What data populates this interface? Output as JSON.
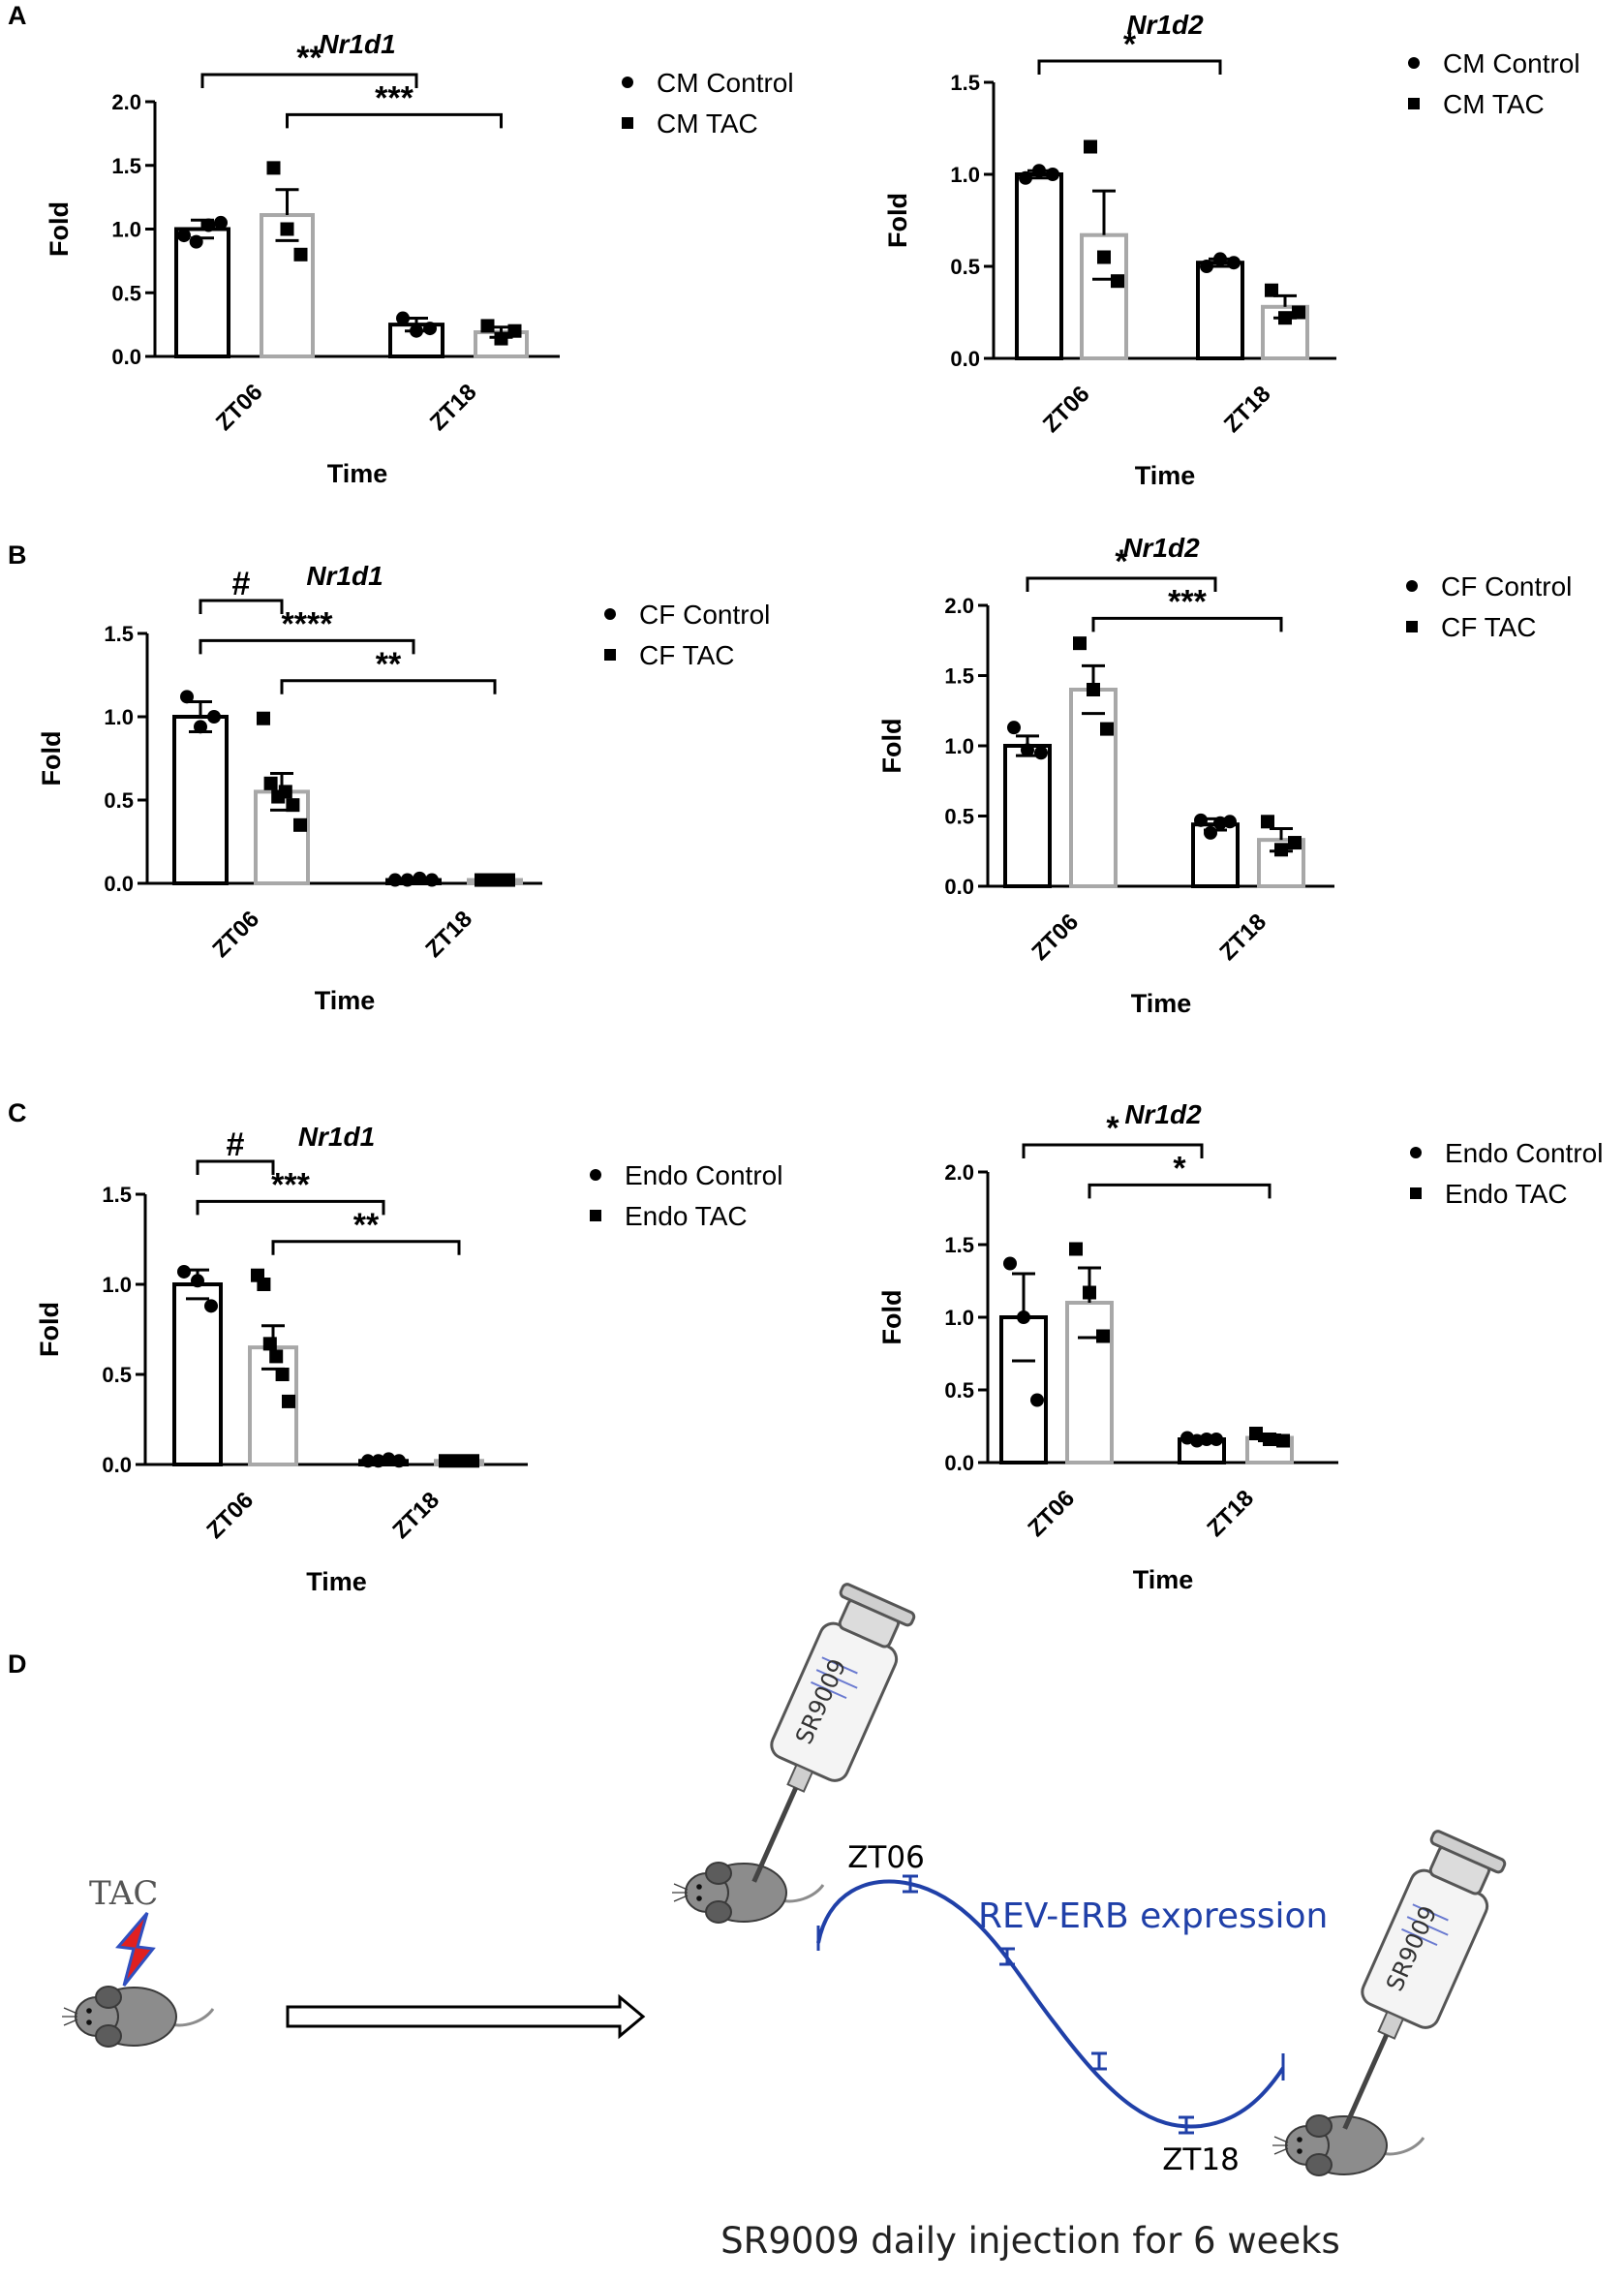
{
  "panels": [
    {
      "id": "A",
      "label": "A"
    },
    {
      "id": "B",
      "label": "B"
    },
    {
      "id": "C",
      "label": "C"
    },
    {
      "id": "D",
      "label": "D"
    }
  ],
  "colors": {
    "control": "#000000",
    "tac_edge": "#a8a8a8",
    "tac_points": "#000000",
    "curve": "#2040a8",
    "bolt_red": "#e02020",
    "bolt_blue": "#3050c0",
    "mouse": "#8c8c8c"
  },
  "chart_data": [
    {
      "panel": "A",
      "type": "bar",
      "title": "Nr1d1",
      "xlabel": "Time",
      "ylabel": "Fold",
      "categories": [
        "ZT06",
        "ZT18"
      ],
      "ylim": [
        0,
        2.0
      ],
      "yticks": [
        "0.0",
        "0.5",
        "1.0",
        "1.5",
        "2.0"
      ],
      "series": [
        {
          "name": "CM Control",
          "marker": "circle",
          "values": [
            1.0,
            0.25
          ],
          "err": [
            0.07,
            0.05
          ],
          "points": [
            [
              0.95,
              0.9,
              1.03,
              1.05
            ],
            [
              0.3,
              0.2,
              0.22
            ]
          ]
        },
        {
          "name": "CM TAC",
          "marker": "square",
          "values": [
            1.11,
            0.19
          ],
          "err": [
            0.2,
            0.04
          ],
          "points": [
            [
              1.48,
              1.0,
              0.8
            ],
            [
              0.24,
              0.14,
              0.2
            ]
          ]
        }
      ],
      "annotations": [
        {
          "label": "**",
          "from": 0,
          "to": 2
        },
        {
          "label": "***",
          "from": 1,
          "to": 3
        }
      ]
    },
    {
      "panel": "A",
      "type": "bar",
      "title": "Nr1d2",
      "xlabel": "Time",
      "ylabel": "Fold",
      "categories": [
        "ZT06",
        "ZT18"
      ],
      "ylim": [
        0,
        1.5
      ],
      "yticks": [
        "0.0",
        "0.5",
        "1.0",
        "1.5"
      ],
      "series": [
        {
          "name": "CM Control",
          "marker": "circle",
          "values": [
            1.0,
            0.52
          ],
          "err": [
            0.02,
            0.02
          ],
          "points": [
            [
              0.98,
              1.02,
              1.0
            ],
            [
              0.5,
              0.54,
              0.52
            ]
          ]
        },
        {
          "name": "CM TAC",
          "marker": "square",
          "values": [
            0.67,
            0.28
          ],
          "err": [
            0.24,
            0.06
          ],
          "points": [
            [
              1.15,
              0.55,
              0.42
            ],
            [
              0.37,
              0.22,
              0.25
            ]
          ]
        }
      ],
      "annotations": [
        {
          "label": "*",
          "from": 0,
          "to": 2
        }
      ]
    },
    {
      "panel": "B",
      "type": "bar",
      "title": "Nr1d1",
      "xlabel": "Time",
      "ylabel": "Fold",
      "categories": [
        "ZT06",
        "ZT18"
      ],
      "ylim": [
        0,
        1.5
      ],
      "yticks": [
        "0.0",
        "0.5",
        "1.0",
        "1.5"
      ],
      "series": [
        {
          "name": "CF Control",
          "marker": "circle",
          "values": [
            1.0,
            0.02
          ],
          "err": [
            0.09,
            0.01
          ],
          "points": [
            [
              1.12,
              0.94,
              1.0
            ],
            [
              0.02,
              0.02,
              0.03,
              0.02
            ]
          ]
        },
        {
          "name": "CF TAC",
          "marker": "square",
          "values": [
            0.55,
            0.02
          ],
          "err": [
            0.11,
            0.01
          ],
          "points": [
            [
              0.99,
              0.6,
              0.52,
              0.55,
              0.47,
              0.35
            ],
            [
              0.02,
              0.02,
              0.02
            ]
          ]
        }
      ],
      "annotations": [
        {
          "label": "#",
          "from": 0,
          "to": 1
        },
        {
          "label": "****",
          "from": 0,
          "to": 2
        },
        {
          "label": "**",
          "from": 1,
          "to": 3
        }
      ]
    },
    {
      "panel": "B",
      "type": "bar",
      "title": "Nr1d2",
      "xlabel": "Time",
      "ylabel": "Fold",
      "categories": [
        "ZT06",
        "ZT18"
      ],
      "ylim": [
        0,
        2.0
      ],
      "yticks": [
        "0.0",
        "0.5",
        "1.0",
        "1.5",
        "2.0"
      ],
      "series": [
        {
          "name": "CF Control",
          "marker": "circle",
          "values": [
            1.0,
            0.44
          ],
          "err": [
            0.07,
            0.04
          ],
          "points": [
            [
              1.13,
              0.97,
              0.95
            ],
            [
              0.47,
              0.38,
              0.45,
              0.46
            ]
          ]
        },
        {
          "name": "CF TAC",
          "marker": "square",
          "values": [
            1.4,
            0.33
          ],
          "err": [
            0.17,
            0.08
          ],
          "points": [
            [
              1.73,
              1.4,
              1.12
            ],
            [
              0.46,
              0.26,
              0.31
            ]
          ]
        }
      ],
      "annotations": [
        {
          "label": "*",
          "from": 0,
          "to": 2
        },
        {
          "label": "***",
          "from": 1,
          "to": 3
        }
      ]
    },
    {
      "panel": "C",
      "type": "bar",
      "title": "Nr1d1",
      "xlabel": "Time",
      "ylabel": "Fold",
      "categories": [
        "ZT06",
        "ZT18"
      ],
      "ylim": [
        0,
        1.5
      ],
      "yticks": [
        "0.0",
        "0.5",
        "1.0",
        "1.5"
      ],
      "series": [
        {
          "name": "Endo Control",
          "marker": "circle",
          "values": [
            1.0,
            0.02
          ],
          "err": [
            0.08,
            0.01
          ],
          "points": [
            [
              1.07,
              1.02,
              0.88
            ],
            [
              0.02,
              0.02,
              0.03,
              0.02
            ]
          ]
        },
        {
          "name": "Endo TAC",
          "marker": "square",
          "values": [
            0.65,
            0.02
          ],
          "err": [
            0.12,
            0.01
          ],
          "points": [
            [
              1.05,
              1.0,
              0.67,
              0.6,
              0.5,
              0.35
            ],
            [
              0.02,
              0.02,
              0.02
            ]
          ]
        }
      ],
      "annotations": [
        {
          "label": "#",
          "from": 0,
          "to": 1
        },
        {
          "label": "***",
          "from": 0,
          "to": 2
        },
        {
          "label": "**",
          "from": 1,
          "to": 3
        }
      ]
    },
    {
      "panel": "C",
      "type": "bar",
      "title": "Nr1d2",
      "xlabel": "Time",
      "ylabel": "Fold",
      "categories": [
        "ZT06",
        "ZT18"
      ],
      "ylim": [
        0,
        2.0
      ],
      "yticks": [
        "0.0",
        "0.5",
        "1.0",
        "1.5",
        "2.0"
      ],
      "series": [
        {
          "name": "Endo Control",
          "marker": "circle",
          "values": [
            1.0,
            0.16
          ],
          "err": [
            0.3,
            0.02
          ],
          "points": [
            [
              1.37,
              1.0,
              0.43
            ],
            [
              0.17,
              0.15,
              0.16,
              0.16
            ]
          ]
        },
        {
          "name": "Endo TAC",
          "marker": "square",
          "values": [
            1.1,
            0.17
          ],
          "err": [
            0.24,
            0.02
          ],
          "points": [
            [
              1.47,
              1.17,
              0.87
            ],
            [
              0.2,
              0.16,
              0.15
            ]
          ]
        }
      ],
      "annotations": [
        {
          "label": "*",
          "from": 0,
          "to": 2
        },
        {
          "label": "*",
          "from": 1,
          "to": 3
        }
      ]
    }
  ],
  "diagram": {
    "tac_label": "TAC",
    "drug_label": "SR9009",
    "zt06_label": "ZT06",
    "zt18_label": "ZT18",
    "curve_label": "REV-ERB expression",
    "caption": "SR9009 daily injection for 6 weeks",
    "icons": [
      "mouse-icon",
      "lightning-bolt-icon",
      "arrow-icon",
      "syringe-icon"
    ]
  }
}
